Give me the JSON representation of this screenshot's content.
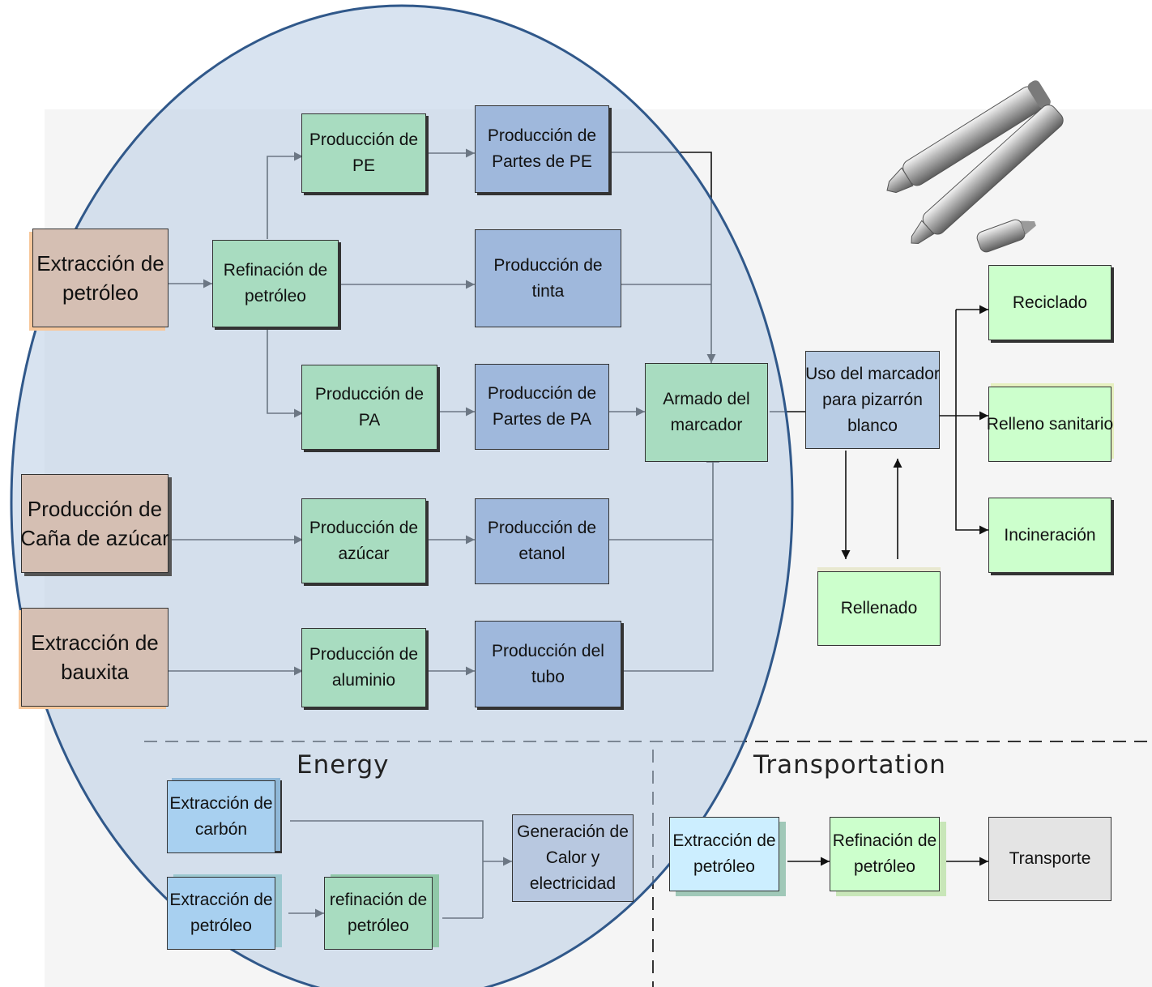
{
  "nodes": {
    "extraccion_petroleo": "Extracción de\npetróleo",
    "refinacion_petroleo": "Refinación de\npetróleo",
    "produccion_pe": "Producción de\nPE",
    "partes_pe": "Producción de\nPartes de PE",
    "produccion_tinta": "Producción de\ntinta",
    "produccion_pa": "Producción de\nPA",
    "partes_pa": "Producción de\nPartes de PA",
    "armado": "Armado del\nmarcador",
    "uso": "Uso del marcador\npara pizarrón\nblanco",
    "produccion_cana": "Producción de\nCaña de azúcar",
    "produccion_azucar": "Producción de\nazúcar",
    "produccion_etanol": "Producción de\netanol",
    "extraccion_bauxita": "Extracción de\nbauxita",
    "produccion_aluminio": "Producción de\naluminio",
    "produccion_tubo": "Producción del\ntubo",
    "reciclado": "Reciclado",
    "relleno_sanitario": "Relleno sanitario",
    "incineracion": "Incineración",
    "rellenado": "Rellenado",
    "energy_carbon": "Extracción de\ncarbón",
    "energy_petroleo": "Extracción de\npetróleo",
    "energy_refinacion": "refinación de\npetróleo",
    "energy_generacion": "Generación de\nCalor y\nelectricidad",
    "transp_extraccion": "Extracción de\npetróleo",
    "transp_refinacion": "Refinación de\npetróleo",
    "transp_transporte": "Transporte"
  },
  "sections": {
    "energy": "Energy",
    "transportation": "Transportation"
  },
  "colors": {
    "raw": "#d5bfb3",
    "raw_shadow": "#f8c89c",
    "green": "#a8dcc0",
    "blue": "#9fb8dc",
    "light_green": "#ccffcc",
    "light_blue": "#a8d0f0",
    "very_light_blue": "#cceeff",
    "gray_box": "#e4e4e4",
    "boundary_fill": "#b8cce4",
    "boundary_stroke": "#30588a"
  },
  "icons": {
    "markers": "whiteboard-markers-illustration"
  }
}
